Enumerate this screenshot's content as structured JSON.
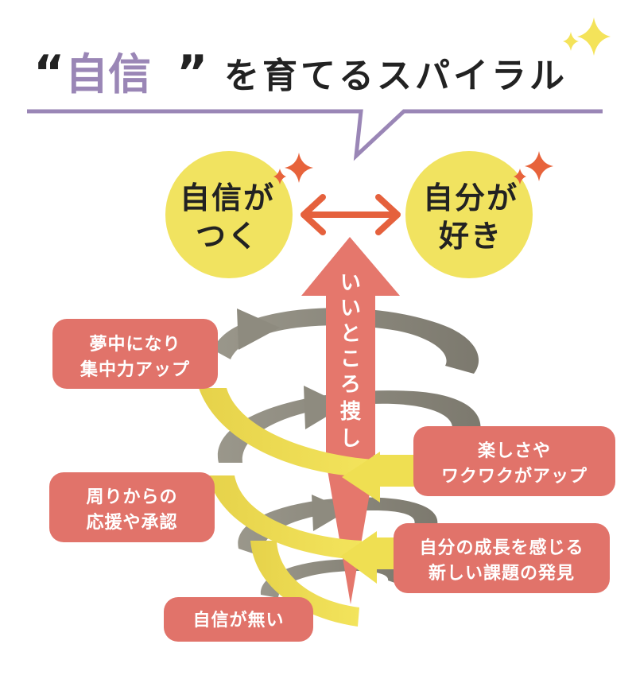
{
  "title": {
    "open_quote": "“",
    "highlight": "自信",
    "close_quote": "”",
    "rest": "を育てるスパイラル"
  },
  "circles": {
    "left": {
      "line1": "自信が",
      "line2": "つく"
    },
    "right": {
      "line1": "自分が",
      "line2": "好き"
    }
  },
  "center_arrow_text": [
    "い",
    "い",
    "と",
    "こ",
    "ろ",
    "捜",
    "し"
  ],
  "boxes": {
    "muchuu": {
      "line1": "夢中になり",
      "line2": "集中力アップ"
    },
    "tanoshisa": {
      "line1": "楽しさや",
      "line2": "ワクワクがアップ"
    },
    "shounin": {
      "line1": "周りからの",
      "line2": "応援や承認"
    },
    "seichou": {
      "line1": "自分の成長を感じる",
      "line2": "新しい課題の発見"
    },
    "jishin_nai": {
      "line1": "自信が無い"
    }
  },
  "colors": {
    "accent_purple": "#9a86b6",
    "circle_yellow": "#f1e360",
    "box_red": "#e1736a",
    "arrow_red": "#e5776c",
    "spiral_yellow": "#efdf52",
    "spiral_gray": "#8e8b7f",
    "sparkle_orange": "#e7633b",
    "sparkle_yellow": "#f4e35a"
  }
}
